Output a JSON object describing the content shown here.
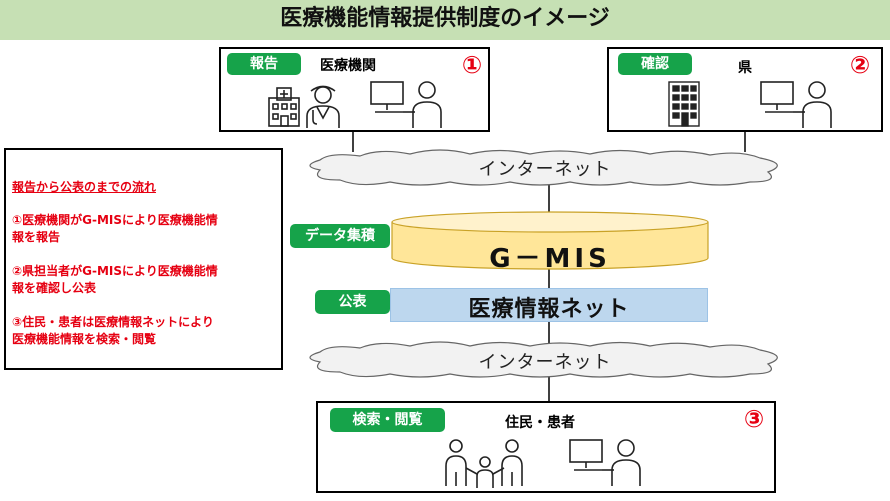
{
  "title": "医療機能情報提供制度のイメージ",
  "report_box": {
    "badge": "報告",
    "name": "医療機関",
    "number": "①"
  },
  "confirm_box": {
    "badge": "確認",
    "name": "県",
    "number": "②"
  },
  "internet_top": "インターネット",
  "gmis": {
    "badge": "データ集積",
    "label": "G－MIS"
  },
  "iryou_net": {
    "badge": "公表",
    "label": "医療情報ネット"
  },
  "internet_bottom": "インターネット",
  "search_box": {
    "badge": "検索・閲覧",
    "name": "住民・患者",
    "number": "③"
  },
  "flow": {
    "heading": "報告から公表のまでの流れ",
    "step1_line1": "①医療機関がG-MISにより医療機能情",
    "step1_line2": "報を報告",
    "step2_line1": "②県担当者がG-MISにより医療機能情",
    "step2_line2": "報を確認し公表",
    "step3_line1": "③住民・患者は医療情報ネットにより",
    "step3_line2": "医療機能情報を検索・閲覧"
  },
  "colors": {
    "title_bg": "#c6e0b4",
    "badge": "#16a34a",
    "number_red": "#e60012",
    "gmis_fill": "#ffe699",
    "net_fill": "#bdd7ee"
  },
  "icons": [
    "hospital-icon",
    "doctor-icon",
    "computer-user-icon",
    "building-icon",
    "family-icon"
  ]
}
